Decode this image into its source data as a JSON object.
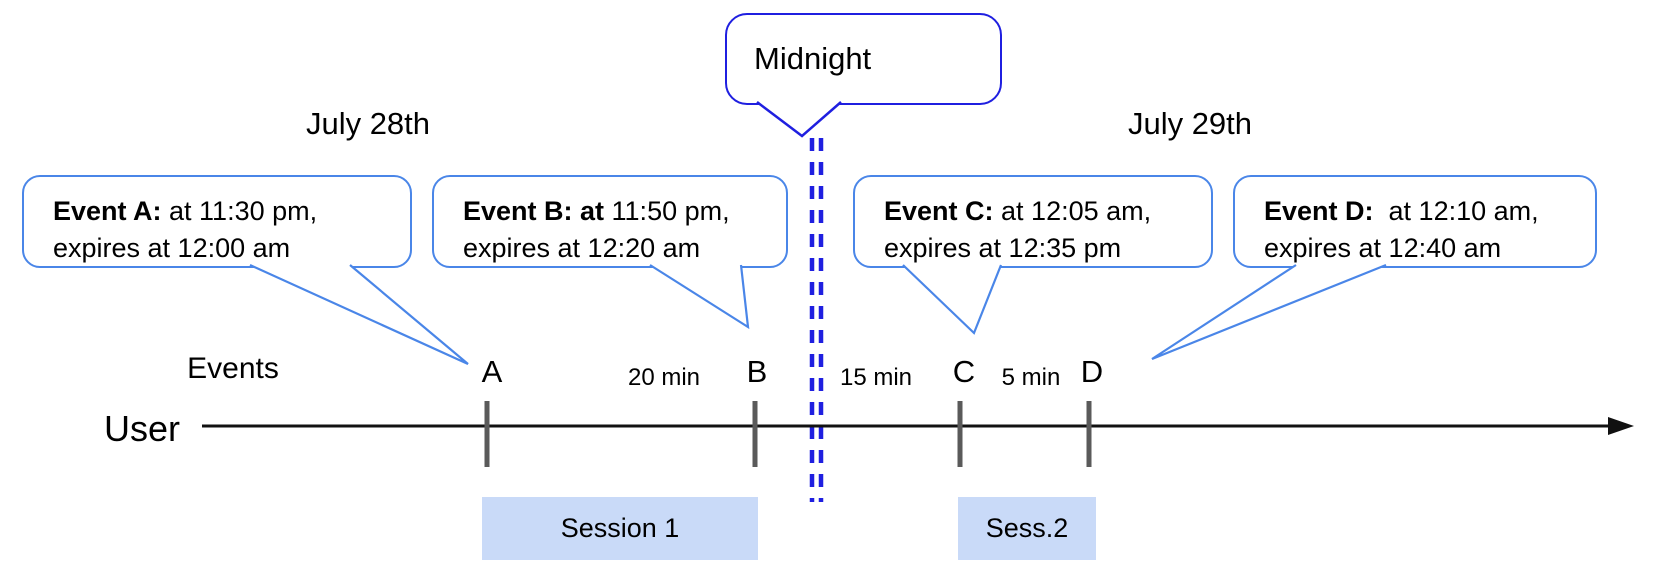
{
  "dates": {
    "left": "July 28th",
    "right": "July 29th"
  },
  "midnight_callout": {
    "label": "Midnight"
  },
  "event_callouts": [
    {
      "marker": "A",
      "title": "Event A:",
      "line1_rest": " at 11:30 pm,",
      "line2": "expires at 12:00 am"
    },
    {
      "marker": "B",
      "title": "Event B: at",
      "line1_rest": " 11:50 pm,",
      "line2": "expires at 12:20 am"
    },
    {
      "marker": "C",
      "title": "Event C:",
      "line1_rest": " at 12:05 am,",
      "line2": "expires at 12:35 pm"
    },
    {
      "marker": "D",
      "title": "Event D:",
      "line1_rest": "  at 12:10 am,",
      "line2": "expires at 12:40 am"
    }
  ],
  "timeline": {
    "row_label": "User",
    "events_label": "Events",
    "tick_labels": [
      "A",
      "B",
      "C",
      "D"
    ],
    "gap_labels": [
      "20 min",
      "15 min",
      "5 min"
    ]
  },
  "sessions": [
    {
      "label": "Session 1"
    },
    {
      "label": "Sess.2"
    }
  ],
  "colors": {
    "callout_border": "#4a86e8",
    "midnight_blue": "#1f1fe0",
    "session_fill": "#c9daf8",
    "tick_gray": "#5a5a5a"
  }
}
